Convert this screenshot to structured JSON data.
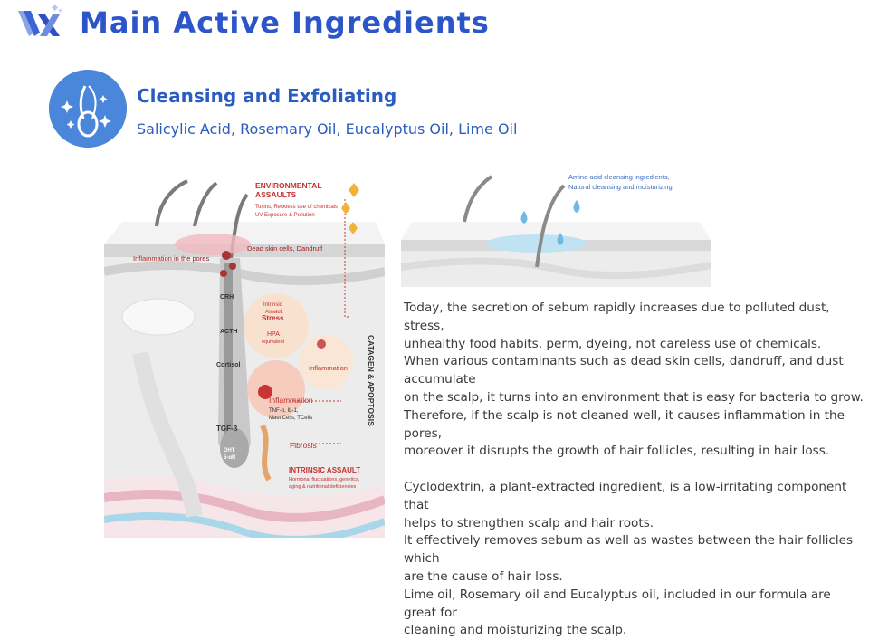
{
  "header": {
    "title": "Main Active Ingredients",
    "logo_icon": "vx-logo-icon"
  },
  "section": {
    "icon": "hair-sparkle-icon",
    "title": "Cleansing and Exfoliating",
    "ingredients": "Salicylic Acid, Rosemary Oil, Eucalyptus Oil, Lime Oil"
  },
  "diagram_left": {
    "env_title_1": "ENVIRONMENTAL",
    "env_title_2": "ASSAULTS",
    "env_sub_1": "Toxins, Reckless use of chemicals",
    "env_sub_2": "UV Exposure & Pollution",
    "dead_skin": "Dead skin cells, Dandruff",
    "inflammation_pores": "Inflammation in the pores",
    "crh": "CRH",
    "intrinsic_1": "Intrinsic",
    "intrinsic_2": "Assault",
    "stress": "Stress",
    "acth": "ACTH",
    "hpa_1": "HPA",
    "hpa_2": "equivalent",
    "cortisol": "Cortisol",
    "inflammation_ball": "Inflammation",
    "inflammation": "Inflammation",
    "cytokines_1": "TNF-α, IL-1,",
    "cytokines_2": "Mast Cells, TCells",
    "tgf": "TGF-ß",
    "fibrosis": "Fibrosis",
    "dht_1": "DHT",
    "dht_2": "5-αR",
    "intrinsic_assault": "INTRINSIC ASSAULT",
    "intrinsic_sub_1": "Hormonal fluctuations, genetics,",
    "intrinsic_sub_2": "aging & nutritional deficiencies",
    "catagen": "CATAGEN & APOPTOSIS"
  },
  "diagram_right": {
    "label_1": "Amino acid cleansing ingredients,",
    "label_2": "Natural cleansing and moisturizing"
  },
  "body": {
    "p1": [
      "Today, the secretion of sebum rapidly increases due to polluted dust, stress,",
      "unhealthy food habits, perm, dyeing, not careless use of chemicals.",
      "When various contaminants such as dead skin cells, dandruff, and dust accumulate",
      "on the scalp, it turns into an environment that is easy for bacteria to grow.",
      "Therefore, if the scalp is not cleaned well, it causes inflammation in the pores,",
      "moreover it disrupts the growth of hair follicles, resulting in hair loss."
    ],
    "p2": [
      "Cyclodextrin, a plant-extracted ingredient, is a low-irritating component that",
      "helps to strengthen scalp and hair roots.",
      "It effectively removes sebum as well as wastes between the hair follicles which",
      "are the cause of hair loss.",
      "Lime oil, Rosemary oil and Eucalyptus oil, included in our formula are great for",
      "cleaning and moisturizing the scalp."
    ]
  }
}
